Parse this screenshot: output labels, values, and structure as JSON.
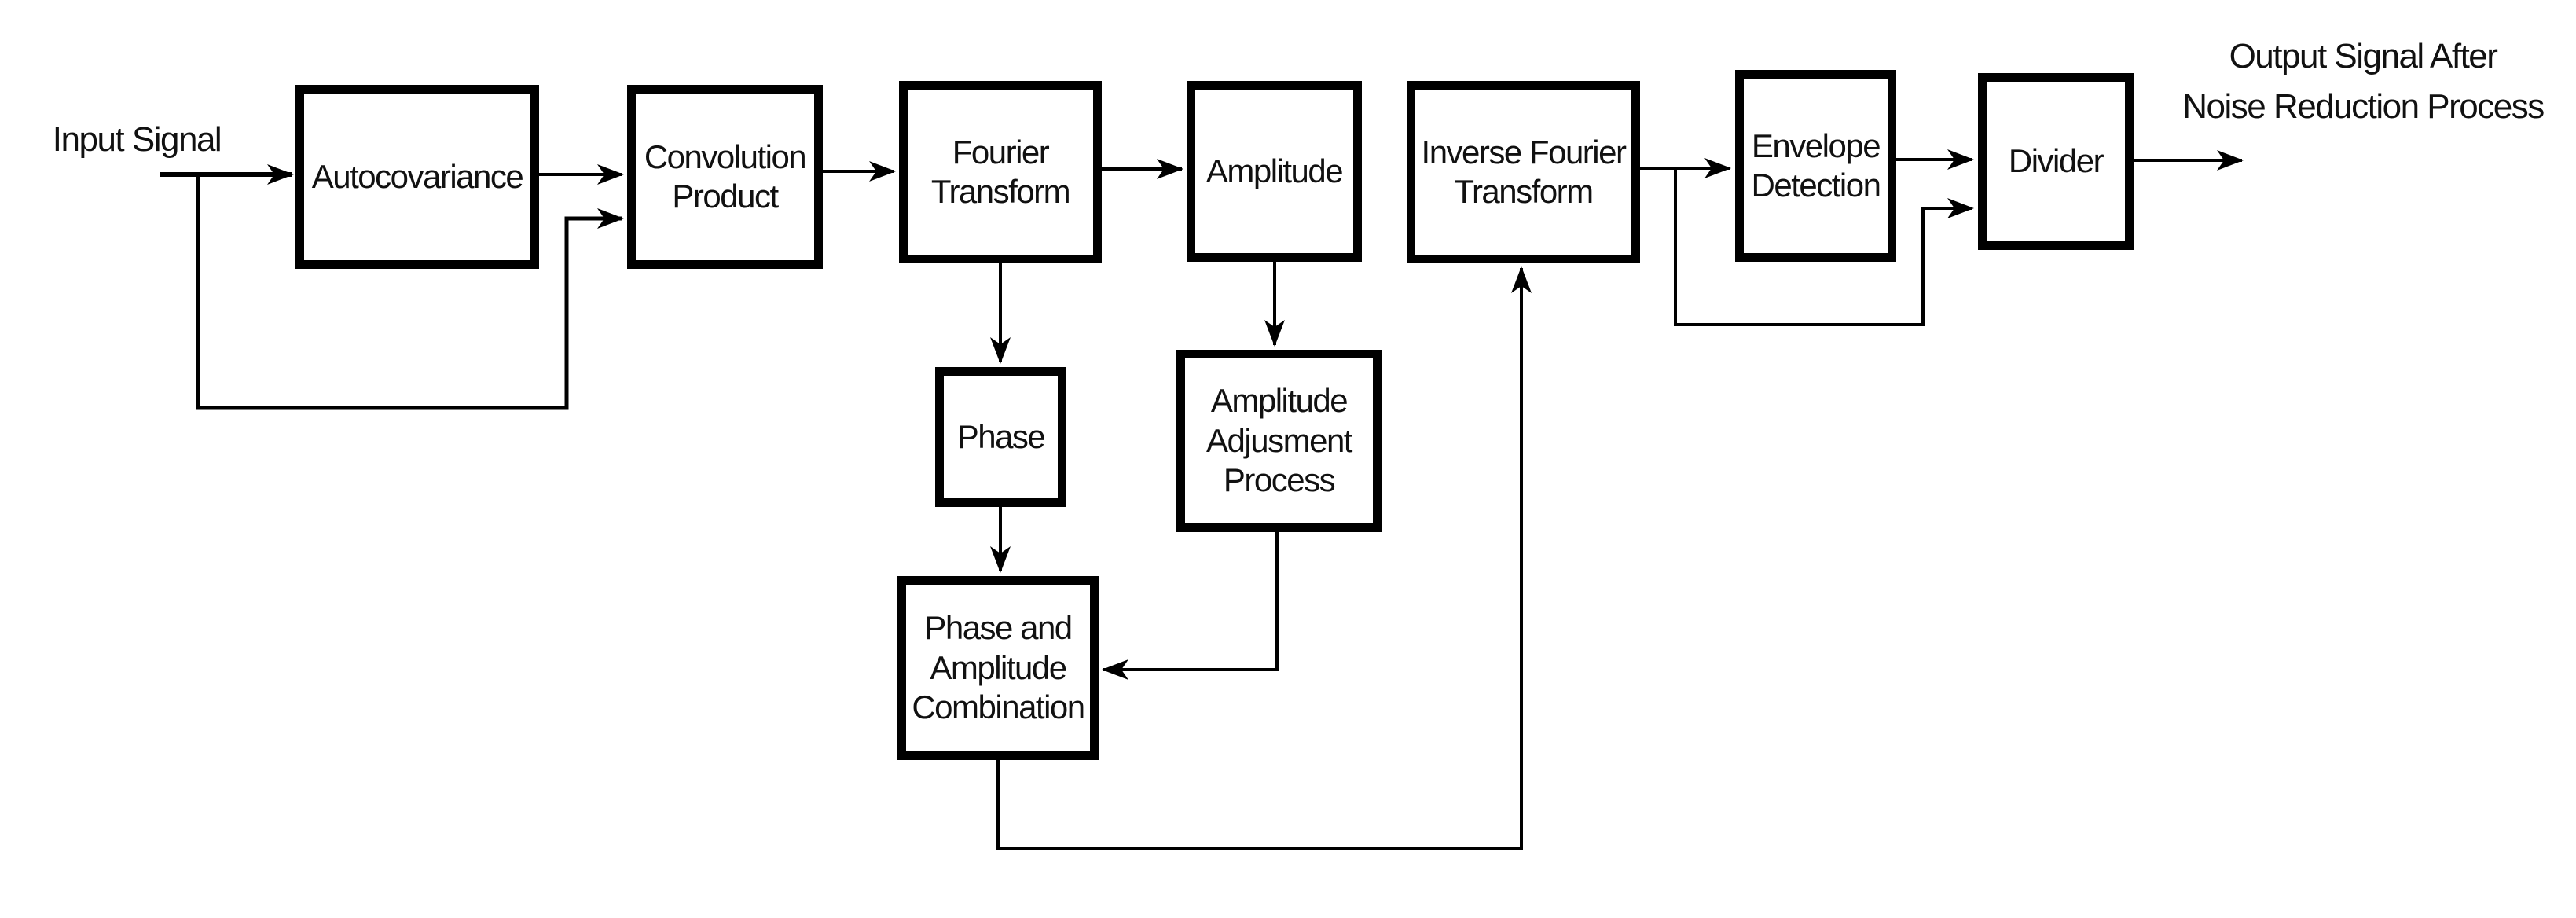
{
  "diagram": {
    "input_label": "Input Signal",
    "output_label": "Output Signal After\nNoise Reduction Process",
    "blocks": {
      "autocovariance": {
        "label": "Autocovariance"
      },
      "convolution_product": {
        "label": "Convolution\nProduct"
      },
      "fourier_transform": {
        "label": "Fourier\nTransform"
      },
      "amplitude": {
        "label": "Amplitude"
      },
      "inverse_fourier_transform": {
        "label": "Inverse Fourier\nTransform"
      },
      "envelope_detection": {
        "label": "Envelope\nDetection"
      },
      "divider": {
        "label": "Divider"
      },
      "phase": {
        "label": "Phase"
      },
      "amplitude_adjusment_process": {
        "label": "Amplitude\nAdjusment\nProcess"
      },
      "phase_and_amplitude_combination": {
        "label": "Phase and\nAmplitude\nCombination"
      }
    },
    "colors": {
      "line": "#000000",
      "box_border": "#000000",
      "box_fill": "#ffffff",
      "background": "#ffffff"
    }
  }
}
